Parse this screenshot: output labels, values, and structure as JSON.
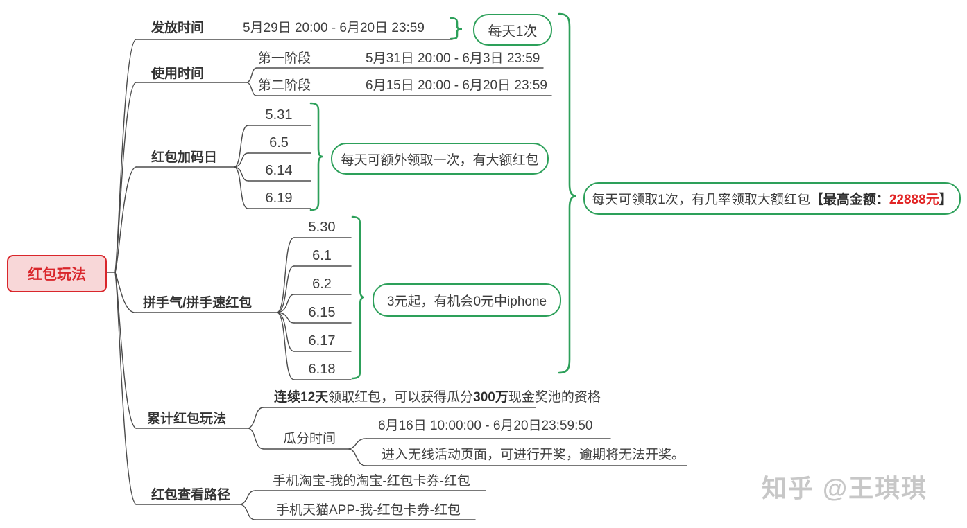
{
  "root": {
    "label": "红包玩法"
  },
  "branches": {
    "distribution": {
      "label": "发放时间",
      "value": "5月29日 20:00 - 6月20日 23:59",
      "callout": "每天1次"
    },
    "usage": {
      "label": "使用时间",
      "phases": [
        {
          "label": "第一阶段",
          "value": "5月31日 20:00 - 6月3日 23:59"
        },
        {
          "label": "第二阶段",
          "value": "6月15日 20:00 - 6月20日 23:59"
        }
      ]
    },
    "bonus_days": {
      "label": "红包加码日",
      "dates": [
        "5.31",
        "6.5",
        "6.14",
        "6.19"
      ],
      "callout": "每天可额外领取一次，有大额红包"
    },
    "lucky_packets": {
      "label": "拼手气/拼手速红包",
      "dates": [
        "5.30",
        "6.1",
        "6.2",
        "6.15",
        "6.17",
        "6.18"
      ],
      "callout": "3元起，有机会0元中iphone"
    },
    "cumulative": {
      "label": "累计红包玩法",
      "rule": {
        "bold1": "连续12天",
        "text1": "领取红包，可以获得瓜分",
        "bold2": "300万",
        "text2": "现金奖池的资格"
      },
      "split": {
        "label": "瓜分时间",
        "time": "6月16日 10:00:00 - 6月20日23:59:50",
        "note": "进入无线活动页面，可进行开奖，逾期将无法开奖。"
      }
    },
    "view_path": {
      "label": "红包查看路径",
      "taobao": "手机淘宝-我的淘宝-红包卡券-红包",
      "tmall": "手机天猫APP-我-红包卡券-红包"
    }
  },
  "summary": {
    "text": "每天可领取1次，有几率领取大额红包",
    "highlight_prefix": "【最高金额：",
    "amount": "22888元",
    "highlight_suffix": "】"
  },
  "watermark": "知乎 @王琪琪",
  "colors": {
    "green": "#2da05a",
    "red": "#e12525",
    "root_border": "#d9262b",
    "root_bg": "#f8d7d8",
    "line": "#4b4b4b",
    "text": "#3f3f3f",
    "watermark": "#c7c7c7"
  }
}
